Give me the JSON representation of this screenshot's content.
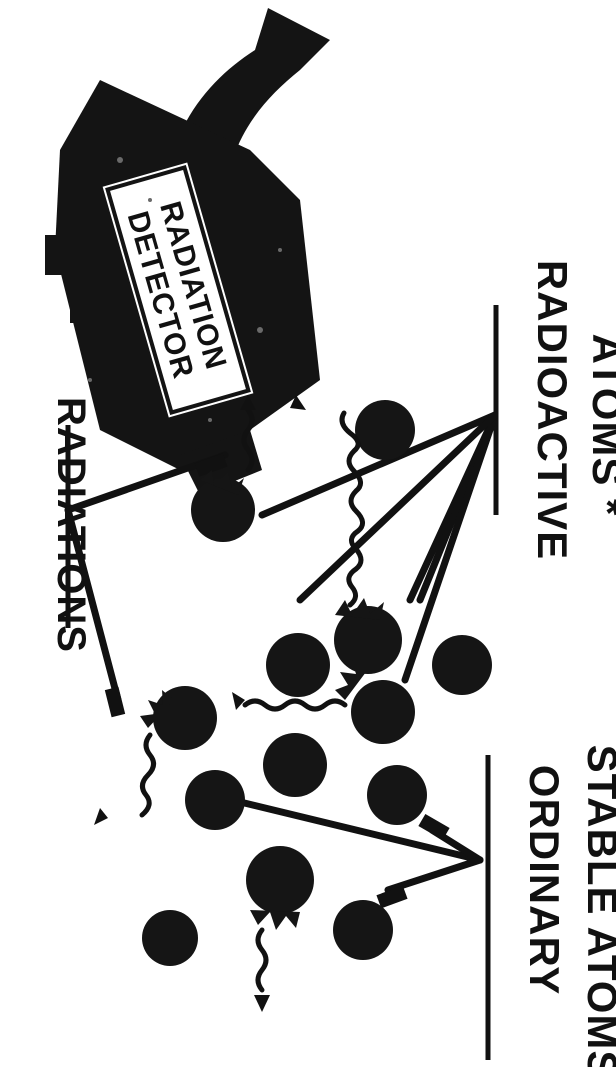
{
  "labels": {
    "detector_line1": "RADIATION",
    "detector_line2": "DETECTOR",
    "radiations": "RADIATIONS",
    "radioactive_line1": "RADIOACTIVE",
    "radioactive_line2": "ATOMS *",
    "ordinary_line1": "ORDINARY",
    "ordinary_line2": "STABLE ATOMS"
  },
  "colors": {
    "ink": "#111111",
    "paper": "#ffffff"
  }
}
